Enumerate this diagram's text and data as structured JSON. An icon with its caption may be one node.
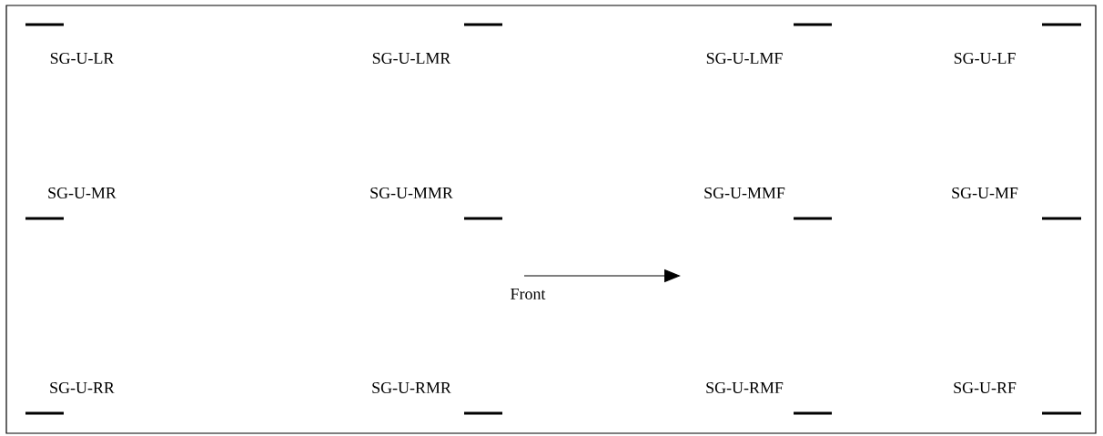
{
  "diagram": {
    "labels": [
      "SG-U-LR",
      "SG-U-LMR",
      "SG-U-LMF",
      "SG-U-LF",
      "SG-U-MR",
      "SG-U-MMR",
      "SG-U-MMF",
      "SG-U-MF",
      "SG-U-RR",
      "SG-U-RMR",
      "SG-U-RMF",
      "SG-U-RF",
      "Front"
    ]
  }
}
